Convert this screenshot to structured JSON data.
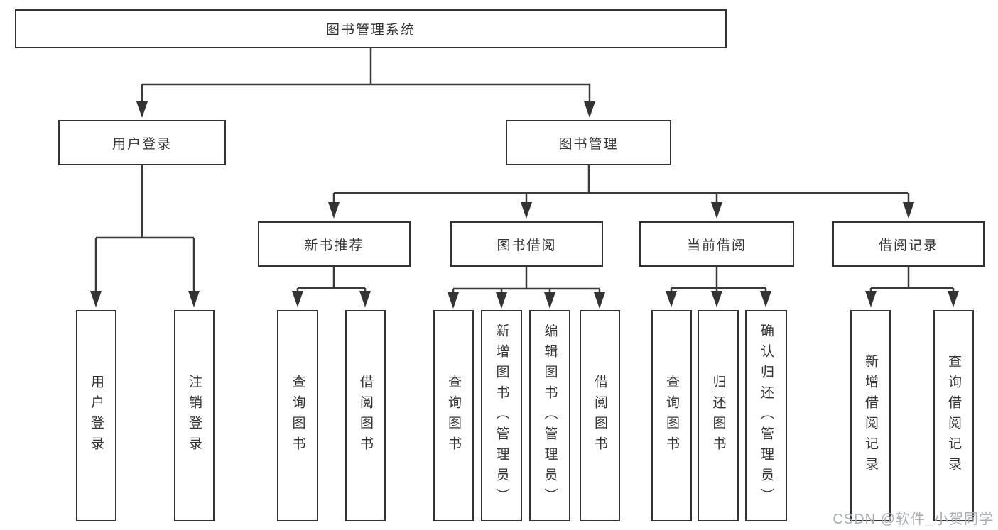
{
  "diagram_type": "hierarchy-tree",
  "watermark": "CSDN @软件_小贺同学",
  "colors": {
    "line": "#3a3a3a",
    "arrow": "#333333",
    "box_border": "#333333",
    "box_fill": "#ffffff",
    "text": "#333333",
    "watermark": "#a9aeb4",
    "background": "#ffffff"
  },
  "tree": {
    "label": "图书管理系统",
    "children": [
      {
        "label": "用户登录",
        "children": [
          {
            "label": "用户登录"
          },
          {
            "label": "注销登录"
          }
        ]
      },
      {
        "label": "图书管理",
        "children": [
          {
            "label": "新书推荐",
            "children": [
              {
                "label": "查询图书"
              },
              {
                "label": "借阅图书"
              }
            ]
          },
          {
            "label": "图书借阅",
            "children": [
              {
                "label": "查询图书"
              },
              {
                "label": "新增图书（管理员）"
              },
              {
                "label": "编辑图书（管理员）"
              },
              {
                "label": "借阅图书"
              }
            ]
          },
          {
            "label": "当前借阅",
            "children": [
              {
                "label": "查询图书"
              },
              {
                "label": "归还图书"
              },
              {
                "label": "确认归还（管理员）"
              }
            ]
          },
          {
            "label": "借阅记录",
            "children": [
              {
                "label": "新增借阅记录"
              },
              {
                "label": "查询借阅记录"
              }
            ]
          }
        ]
      }
    ]
  }
}
